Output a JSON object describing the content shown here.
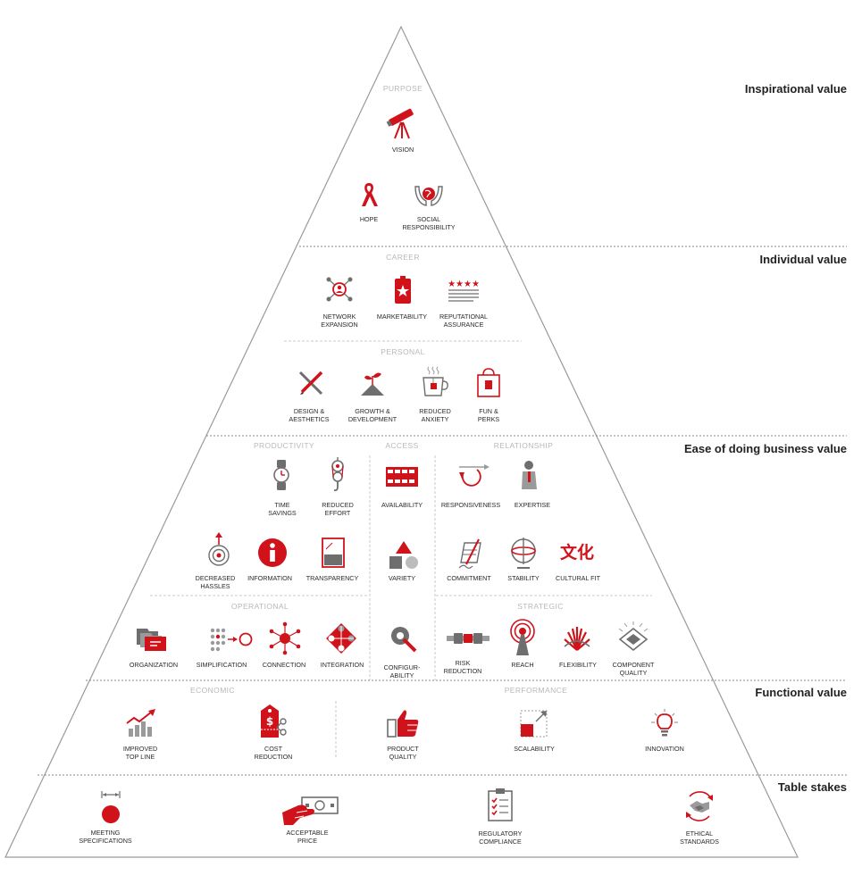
{
  "tiers": {
    "inspirational": "Inspirational value",
    "individual": "Individual value",
    "ease": "Ease of doing business value",
    "functional": "Functional value",
    "table_stakes": "Table stakes"
  },
  "sections": {
    "purpose": "PURPOSE",
    "career": "CAREER",
    "personal": "PERSONAL",
    "productivity": "PRODUCTIVITY",
    "access": "ACCESS",
    "relationship": "RELATIONSHIP",
    "operational": "OPERATIONAL",
    "strategic": "STRATEGIC",
    "economic": "ECONOMIC",
    "performance": "PERFORMANCE"
  },
  "elements": {
    "vision": [
      "VISION"
    ],
    "hope": [
      "HOPE"
    ],
    "social_responsibility": [
      "SOCIAL",
      "RESPONSIBILITY"
    ],
    "network_expansion": [
      "NETWORK",
      "EXPANSION"
    ],
    "marketability": [
      "MARKETABILITY"
    ],
    "reputational_assurance": [
      "REPUTATIONAL",
      "ASSURANCE"
    ],
    "design_aesthetics": [
      "DESIGN &",
      "AESTHETICS"
    ],
    "growth_development": [
      "GROWTH &",
      "DEVELOPMENT"
    ],
    "reduced_anxiety": [
      "REDUCED",
      "ANXIETY"
    ],
    "fun_perks": [
      "FUN &",
      "PERKS"
    ],
    "time_savings": [
      "TIME",
      "SAVINGS"
    ],
    "reduced_effort": [
      "REDUCED",
      "EFFORT"
    ],
    "availability": [
      "AVAILABILITY"
    ],
    "responsiveness": [
      "RESPONSIVENESS"
    ],
    "expertise": [
      "EXPERTISE"
    ],
    "decreased_hassles": [
      "DECREASED",
      "HASSLES"
    ],
    "information": [
      "INFORMATION"
    ],
    "transparency": [
      "TRANSPARENCY"
    ],
    "variety": [
      "VARIETY"
    ],
    "commitment": [
      "COMMITMENT"
    ],
    "stability": [
      "STABILITY"
    ],
    "cultural_fit": [
      "CULTURAL FIT"
    ],
    "organization": [
      "ORGANIZATION"
    ],
    "simplification": [
      "SIMPLIFICATION"
    ],
    "connection": [
      "CONNECTION"
    ],
    "integration": [
      "INTEGRATION"
    ],
    "configurability": [
      "CONFIGUR-",
      "ABILITY"
    ],
    "risk_reduction": [
      "RISK",
      "REDUCTION"
    ],
    "reach": [
      "REACH"
    ],
    "flexibility": [
      "FLEXIBILITY"
    ],
    "component_quality": [
      "COMPONENT",
      "QUALITY"
    ],
    "improved_top_line": [
      "IMPROVED",
      "TOP LINE"
    ],
    "cost_reduction": [
      "COST",
      "REDUCTION"
    ],
    "product_quality": [
      "PRODUCT",
      "QUALITY"
    ],
    "scalability": [
      "SCALABILITY"
    ],
    "innovation": [
      "INNOVATION"
    ],
    "meeting_specifications": [
      "MEETING",
      "SPECIFICATIONS"
    ],
    "acceptable_price": [
      "ACCEPTABLE",
      "PRICE"
    ],
    "regulatory_compliance": [
      "REGULATORY",
      "COMPLIANCE"
    ],
    "ethical_standards": [
      "ETHICAL",
      "STANDARDS"
    ]
  },
  "cultural_fit_glyph": "文化",
  "colors": {
    "accent": "#d0121b",
    "grey": "#6e6e6e",
    "outline": "#9a9a9a",
    "section": "#b8b8b8"
  }
}
